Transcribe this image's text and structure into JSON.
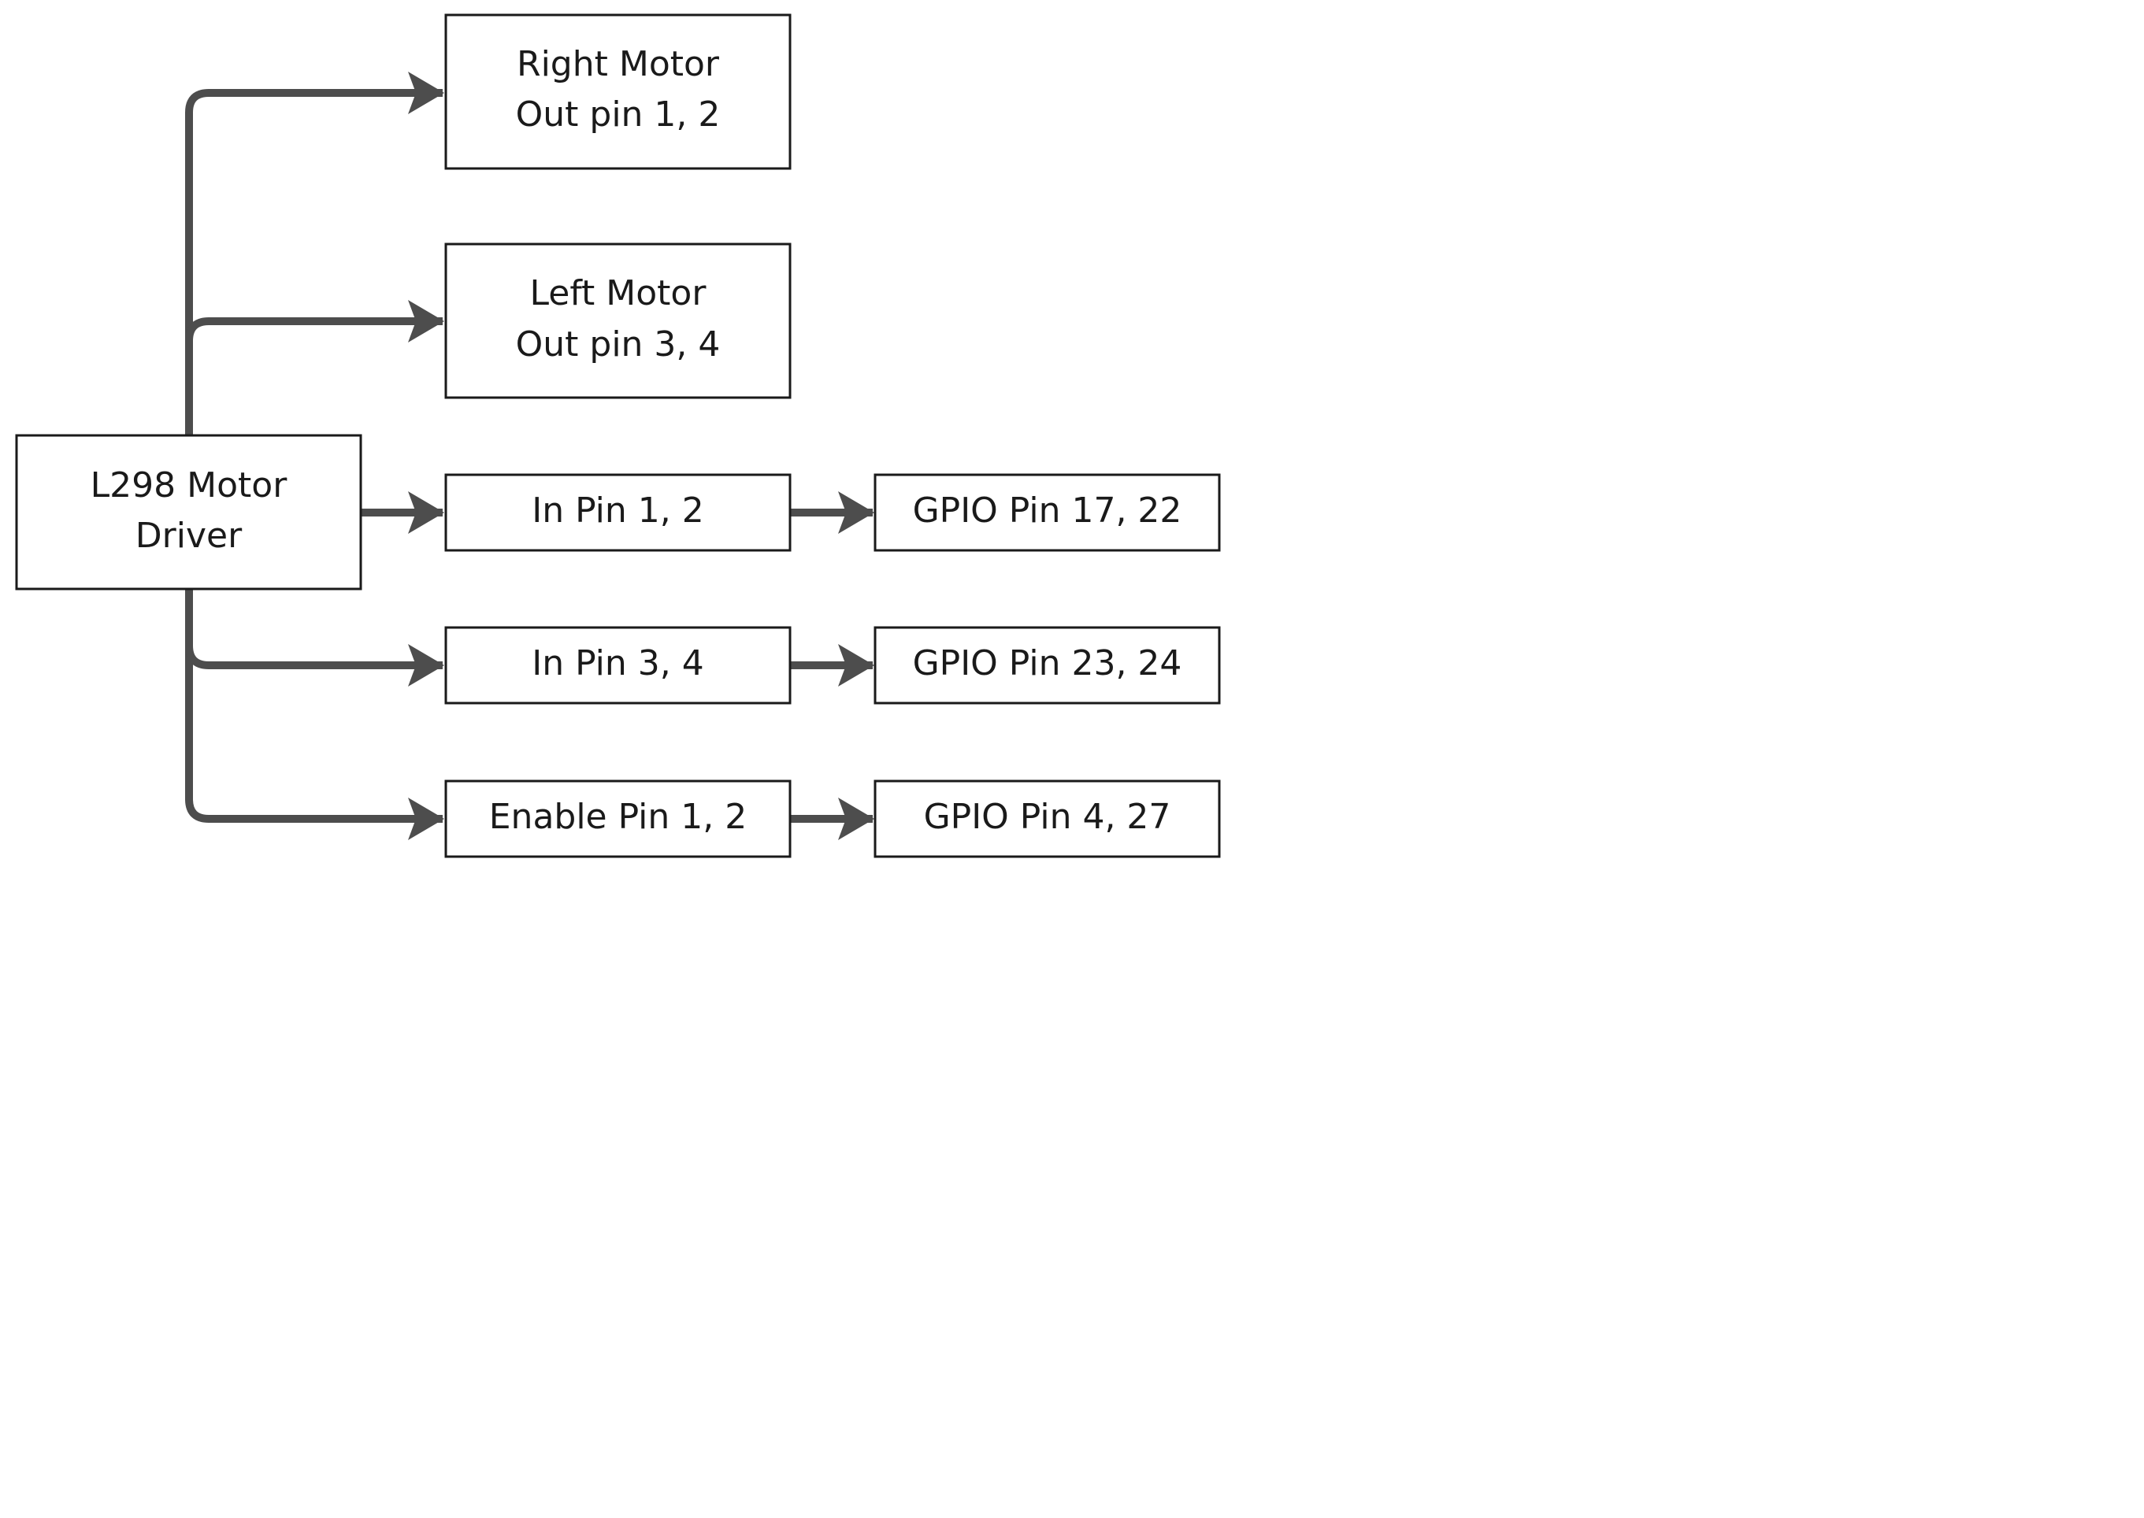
{
  "diagram": {
    "colors": {
      "connector": "#4d4d4d",
      "box_border": "#1a1a1a",
      "text": "#1a1a1a",
      "background": "#ffffff"
    },
    "driver": {
      "line1": "L298 Motor",
      "line2": "Driver"
    },
    "right_motor": {
      "line1": "Right Motor",
      "line2": "Out pin 1, 2"
    },
    "left_motor": {
      "line1": "Left Motor",
      "line2": "Out pin 3, 4"
    },
    "in_pin_1_2": {
      "label": "In Pin 1, 2"
    },
    "in_pin_3_4": {
      "label": "In Pin 3, 4"
    },
    "enable_pin_1_2": {
      "label": "Enable Pin 1, 2"
    },
    "gpio_17_22": {
      "label": "GPIO Pin 17, 22"
    },
    "gpio_23_24": {
      "label": "GPIO Pin 23, 24"
    },
    "gpio_4_27": {
      "label": "GPIO Pin 4, 27"
    }
  }
}
